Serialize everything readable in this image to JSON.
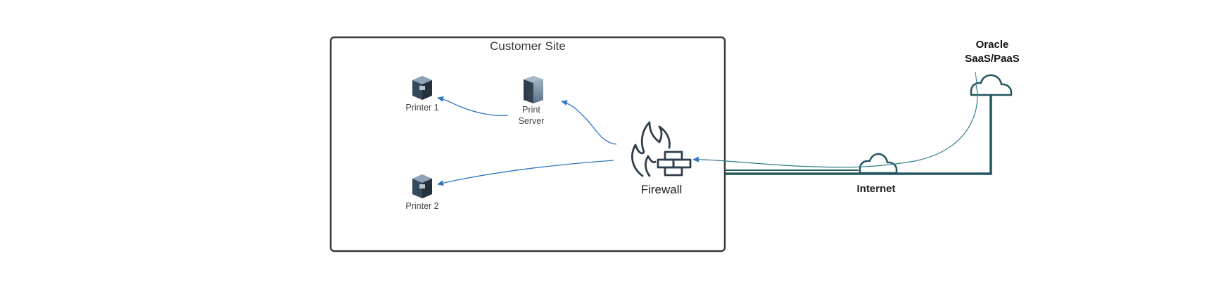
{
  "site": {
    "title": "Customer Site"
  },
  "nodes": {
    "printer1": "Printer 1",
    "printer2": "Printer 2",
    "print_server_line1": "Print",
    "print_server_line2": "Server",
    "firewall": "Firewall",
    "internet": "Internet",
    "oracle_line1": "Oracle",
    "oracle_line2": "SaaS/PaaS"
  },
  "colors": {
    "box_border": "#3a3a3a",
    "arrow": "#2f75c0",
    "link": "#22575f",
    "icon_dark": "#2f3e4d",
    "icon_light": "#8aa0b5"
  },
  "icons": {
    "printer": "server-box-icon",
    "print_server": "server-tower-icon",
    "firewall": "flame-brick-wall-icon",
    "cloud": "cloud-outline-icon"
  }
}
